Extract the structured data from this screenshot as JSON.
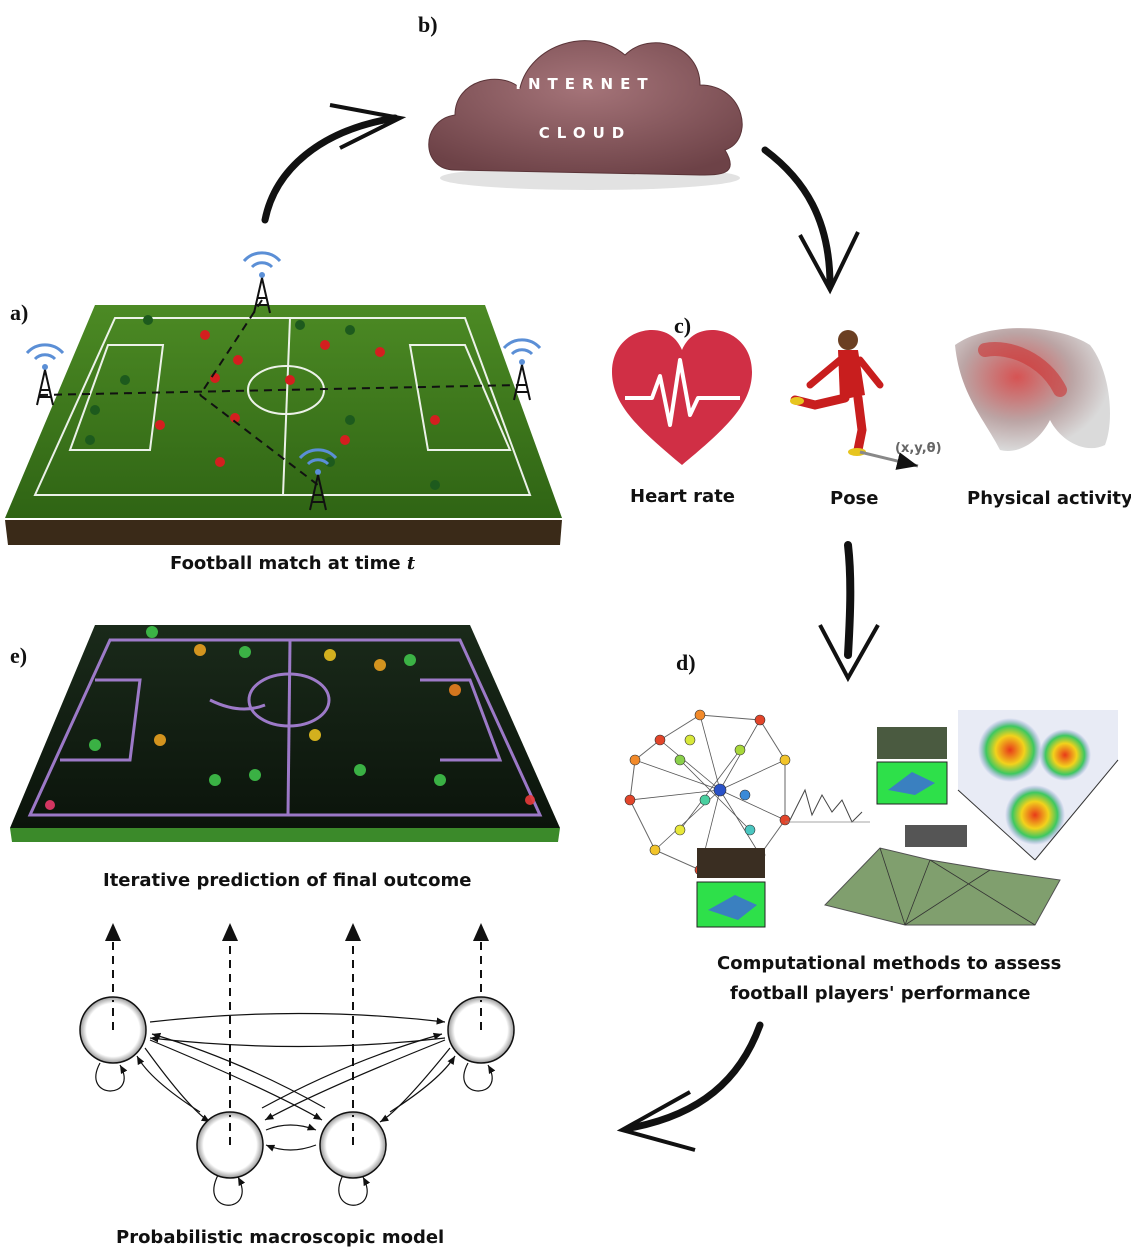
{
  "labels": {
    "a": "a)",
    "b": "b)",
    "c": "c)",
    "d": "d)",
    "e": "e)"
  },
  "cloud": {
    "line1": "INTERNET",
    "line2": "CLOUD"
  },
  "captions": {
    "match_prefix": "Football match at time ",
    "match_var": "t",
    "heart": "Heart rate",
    "pose": "Pose",
    "pose_coords": "(x,y,θ)",
    "activity": "Physical activity",
    "methods_line1": "Computational methods to assess",
    "methods_line2": "football players' performance",
    "prediction": "Iterative prediction of final outcome",
    "model": "Probabilistic macroscopic model"
  },
  "colors": {
    "pitch": "#3f7a1c",
    "pitch_dark": "#0f1a0f",
    "cloud": "#8a5a5f",
    "heart": "#d02f45",
    "team_red": "#d41f1f",
    "team_green": "#2c8a3a",
    "trajectory": "#b58ae8"
  }
}
